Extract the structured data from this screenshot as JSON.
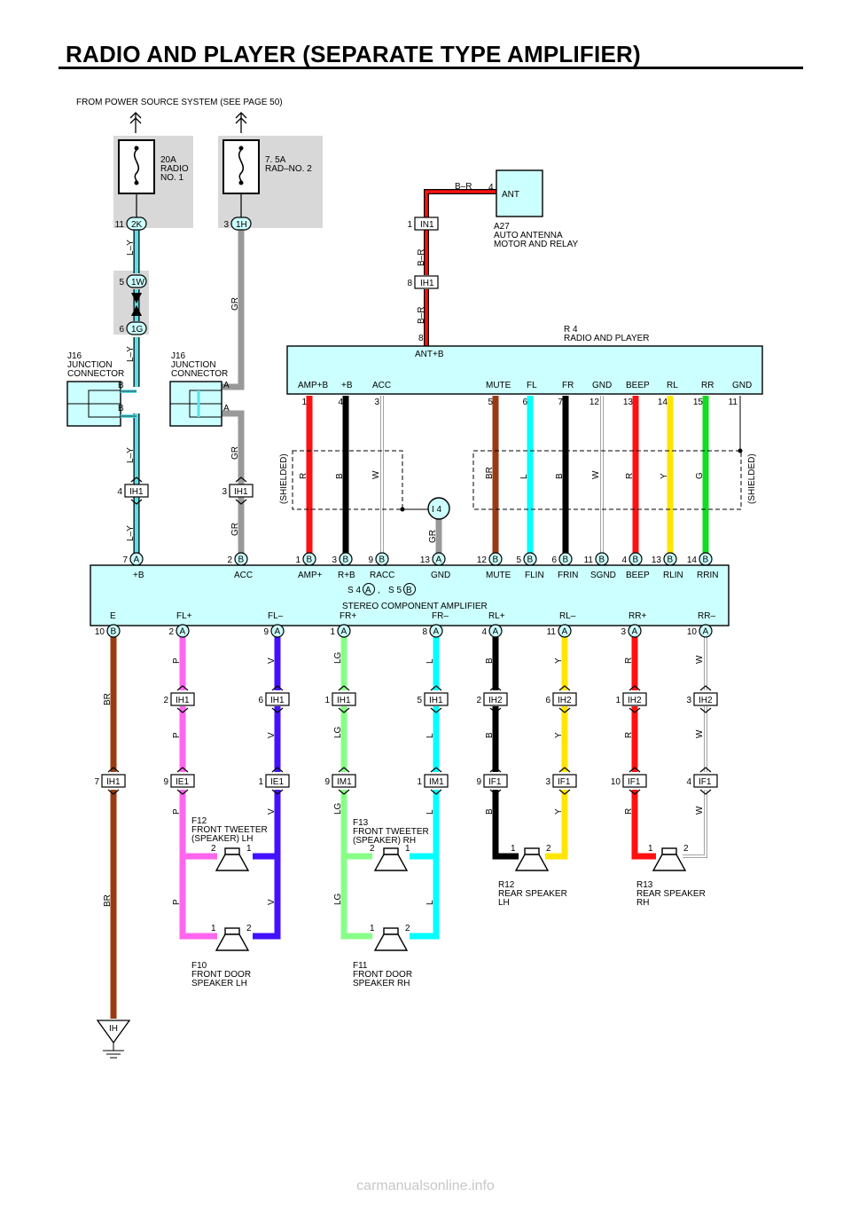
{
  "title": "RADIO AND PLAYER (SEPARATE TYPE AMPLIFIER)",
  "watermark": "carmanualsonline.info",
  "colors": {
    "L-Y": "#5ce1ea",
    "GR": "#999999",
    "R": "#ff1111",
    "B": "#000000",
    "W": "#ffffff",
    "BR": "#9a3a12",
    "L": "#00ffff",
    "Y": "#ffe600",
    "G": "#11dd22",
    "P": "#ff66ee",
    "V": "#4411ff",
    "LG": "#88ff88",
    "component": "#ccffff",
    "fuseBox": "#d8d8d8"
  },
  "power": {
    "source": "FROM POWER SOURCE SYSTEM (SEE PAGE 50)",
    "fuse1": [
      "20A",
      "RADIO",
      "NO. 1"
    ],
    "fuse2": [
      "7. 5A",
      "RAD–NO. 2"
    ],
    "fuse1_conn": {
      "pin": "11",
      "id": "2K"
    },
    "fuse2_conn": {
      "pin": "3",
      "id": "1H"
    },
    "c1w": {
      "pin": "5",
      "id": "1W"
    },
    "c1g": {
      "pin": "6",
      "id": "1G"
    }
  },
  "junctions": {
    "j1": [
      "J16",
      "JUNCTION",
      "CONNECTOR"
    ],
    "j2": [
      "J16",
      "JUNCTION",
      "CONNECTOR"
    ],
    "j1_pin": "B",
    "j2_pin": "A"
  },
  "antenna": {
    "name": "ANT",
    "label": [
      "A27",
      "AUTO ANTENNA",
      "MOTOR AND RELAY"
    ],
    "pin": "4",
    "wire": "B–R",
    "in1": {
      "pin": "1",
      "id": "IN1"
    },
    "ih1": {
      "pin": "8",
      "id": "IH1"
    },
    "radio_pin": "8"
  },
  "radio": {
    "label": [
      "R 4",
      "RADIO AND PLAYER"
    ],
    "antb": "ANT+B",
    "terminals": [
      {
        "name": "AMP+B",
        "pin": "1",
        "wire": "R"
      },
      {
        "name": "+B",
        "pin": "4",
        "wire": "B"
      },
      {
        "name": "ACC",
        "pin": "3",
        "wire": "W"
      },
      {
        "name": "MUTE",
        "pin": "5",
        "wire": "BR"
      },
      {
        "name": "FL",
        "pin": "6",
        "wire": "L"
      },
      {
        "name": "FR",
        "pin": "7",
        "wire": "B"
      },
      {
        "name": "GND",
        "pin": "12",
        "wire": "W"
      },
      {
        "name": "BEEP",
        "pin": "13",
        "wire": "R"
      },
      {
        "name": "RL",
        "pin": "14",
        "wire": "Y"
      },
      {
        "name": "RR",
        "pin": "15",
        "wire": "G"
      },
      {
        "name": "GND",
        "pin": "11",
        "wire": ""
      }
    ],
    "shielded": "(SHIELDED)"
  },
  "power_wires": {
    "ly": "L–Y",
    "gr": "GR",
    "ih1_left": {
      "pin": "4",
      "id": "IH1"
    },
    "ih1_right": {
      "pin": "3",
      "id": "IH1"
    },
    "ground_point": "I 4"
  },
  "amplifier": {
    "label": "STEREO COMPONENT AMPLIFIER",
    "codes": {
      "s4": "S 4",
      "a": "A",
      "comma": ",",
      "s5": "S 5",
      "b": "B"
    },
    "top_pins": [
      {
        "name": "+B",
        "pin": "7",
        "conn": "A"
      },
      {
        "name": "ACC",
        "pin": "2",
        "conn": "B"
      },
      {
        "name": "AMP+",
        "pin": "1",
        "conn": "B"
      },
      {
        "name": "R+B",
        "pin": "3",
        "conn": "B"
      },
      {
        "name": "RACC",
        "pin": "9",
        "conn": "B"
      },
      {
        "name": "GND",
        "pin": "13",
        "conn": "A"
      },
      {
        "name": "MUTE",
        "pin": "12",
        "conn": "B"
      },
      {
        "name": "FLIN",
        "pin": "5",
        "conn": "B"
      },
      {
        "name": "FRIN",
        "pin": "6",
        "conn": "B"
      },
      {
        "name": "SGND",
        "pin": "11",
        "conn": "B"
      },
      {
        "name": "BEEP",
        "pin": "4",
        "conn": "B"
      },
      {
        "name": "RLIN",
        "pin": "13",
        "conn": "B"
      },
      {
        "name": "RRIN",
        "pin": "14",
        "conn": "B"
      }
    ],
    "bottom_pins": [
      {
        "name": "E",
        "pin": "10",
        "conn": "B",
        "wire": "BR"
      },
      {
        "name": "FL+",
        "pin": "2",
        "conn": "A",
        "wire": "P"
      },
      {
        "name": "FL–",
        "pin": "9",
        "conn": "A",
        "wire": "V"
      },
      {
        "name": "FR+",
        "pin": "1",
        "conn": "A",
        "wire": "LG"
      },
      {
        "name": "FR–",
        "pin": "8",
        "conn": "A",
        "wire": "L"
      },
      {
        "name": "RL+",
        "pin": "4",
        "conn": "A",
        "wire": "B"
      },
      {
        "name": "RL–",
        "pin": "11",
        "conn": "A",
        "wire": "Y"
      },
      {
        "name": "RR+",
        "pin": "3",
        "conn": "A",
        "wire": "R"
      },
      {
        "name": "RR–",
        "pin": "10",
        "conn": "A",
        "wire": "W"
      }
    ]
  },
  "connectors_row1": [
    {
      "pin": "2",
      "id": "IH1"
    },
    {
      "pin": "6",
      "id": "IH1"
    },
    {
      "pin": "1",
      "id": "IH1"
    },
    {
      "pin": "5",
      "id": "IH1"
    },
    {
      "pin": "2",
      "id": "IH2"
    },
    {
      "pin": "6",
      "id": "IH2"
    },
    {
      "pin": "1",
      "id": "IH2"
    },
    {
      "pin": "3",
      "id": "IH2"
    }
  ],
  "connectors_row2": [
    {
      "pin": "7",
      "id": "IH1"
    },
    {
      "pin": "9",
      "id": "IE1"
    },
    {
      "pin": "1",
      "id": "IE1"
    },
    {
      "pin": "9",
      "id": "IM1"
    },
    {
      "pin": "1",
      "id": "IM1"
    },
    {
      "pin": "9",
      "id": "IF1"
    },
    {
      "pin": "3",
      "id": "IF1"
    },
    {
      "pin": "10",
      "id": "IF1"
    },
    {
      "pin": "4",
      "id": "IF1"
    }
  ],
  "speakers": {
    "f12": [
      "F12",
      "FRONT TWEETER",
      "(SPEAKER) LH"
    ],
    "f13": [
      "F13",
      "FRONT TWEETER",
      "(SPEAKER) RH"
    ],
    "r12": [
      "R12",
      "REAR SPEAKER",
      "LH"
    ],
    "r13": [
      "R13",
      "REAR SPEAKER",
      "RH"
    ],
    "f10": [
      "F10",
      "FRONT DOOR",
      "SPEAKER LH"
    ],
    "f11": [
      "F11",
      "FRONT DOOR",
      "SPEAKER RH"
    ],
    "pins": {
      "one": "1",
      "two": "2"
    }
  },
  "ground": "IH"
}
